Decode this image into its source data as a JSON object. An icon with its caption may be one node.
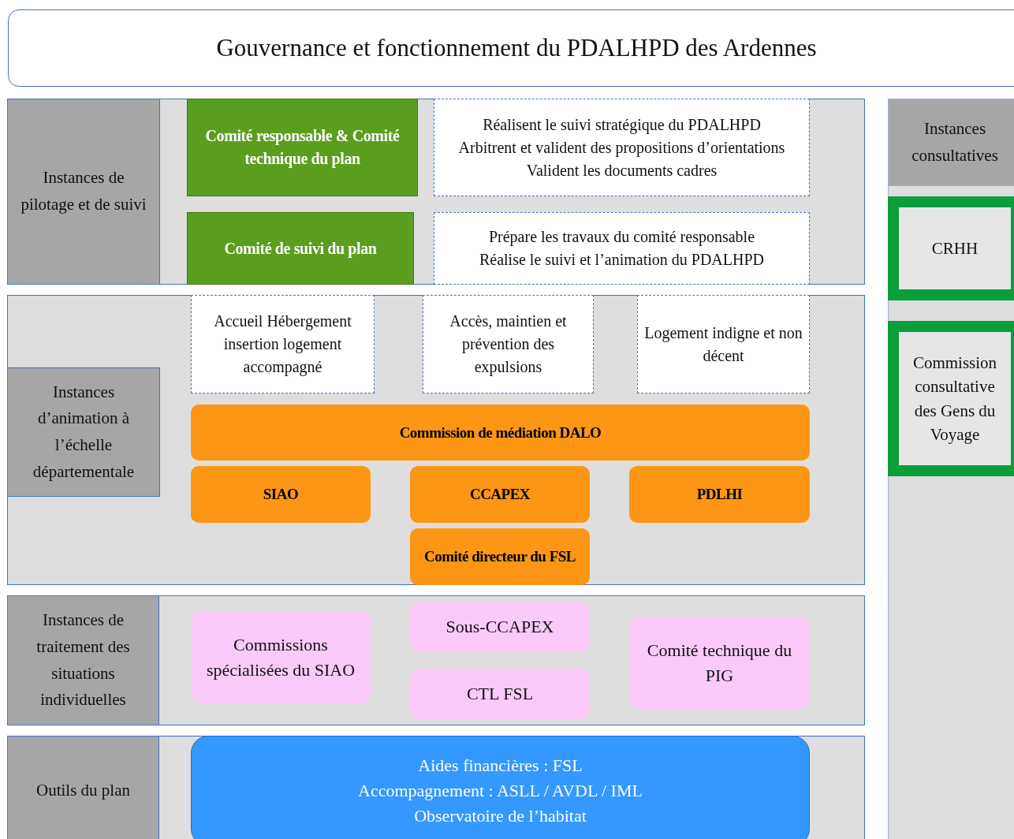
{
  "diagram": {
    "title": "Gouvernance et fonctionnement du PDALHPD des Ardennes",
    "nodes": [
      {
        "text": [
          "Instances de pilotage et de suivi"
        ]
      },
      {
        "text": [
          "Comité responsable & Comité technique du plan"
        ],
        "in": 0
      },
      {
        "text": [
          "Réalisent le suivi stratégique du PDALHPD",
          "Arbitrent et valident des propositions d’orientations",
          "Valident les documents cadres"
        ],
        "in": 0
      },
      {
        "text": [
          "Comité de suivi du plan"
        ],
        "in": 0
      },
      {
        "text": [
          "Prépare les travaux du comité responsable",
          "Réalise le suivi et l’animation du PDALHPD"
        ],
        "in": 0
      },
      {
        "text": [
          "Instances d’animation à l’échelle départementale"
        ]
      },
      {
        "text": [
          "Accueil Hébergement insertion logement accompagné"
        ],
        "in": 5
      },
      {
        "text": [
          "Accès, maintien et prévention des expulsions"
        ],
        "in": 5
      },
      {
        "text": [
          "Logement indigne et non décent"
        ],
        "in": 5
      },
      {
        "text": [
          "Commission de médiation DALO"
        ],
        "in": 5
      },
      {
        "text": [
          "SIAO"
        ],
        "in": 5
      },
      {
        "text": [
          "CCAPEX"
        ],
        "in": 5
      },
      {
        "text": [
          "PDLHI"
        ],
        "in": 5
      },
      {
        "text": [
          "Comité directeur du FSL"
        ],
        "in": 5
      },
      {
        "text": [
          "Instances de traitement des situations individuelles"
        ]
      },
      {
        "text": [
          "Commissions spécialisées du SIAO"
        ],
        "in": 14
      },
      {
        "text": [
          "Sous-CCAPEX"
        ],
        "in": 14
      },
      {
        "text": [
          "CTL FSL"
        ],
        "in": 14
      },
      {
        "text": [
          "Comité technique du PIG"
        ],
        "in": 14
      },
      {
        "text": [
          "Outils du plan"
        ]
      },
      {
        "text": [
          "Aides financières : FSL",
          "Accompagnement : ASLL / AVDL / IML",
          "Observatoire de l’habitat"
        ],
        "in": 19
      },
      {
        "text": [
          "Instances consultatives"
        ]
      },
      {
        "text": [
          "CRHH"
        ],
        "in": 21
      },
      {
        "text": [
          "Commission consultative des Gens du Voyage"
        ],
        "in": 21
      }
    ]
  }
}
